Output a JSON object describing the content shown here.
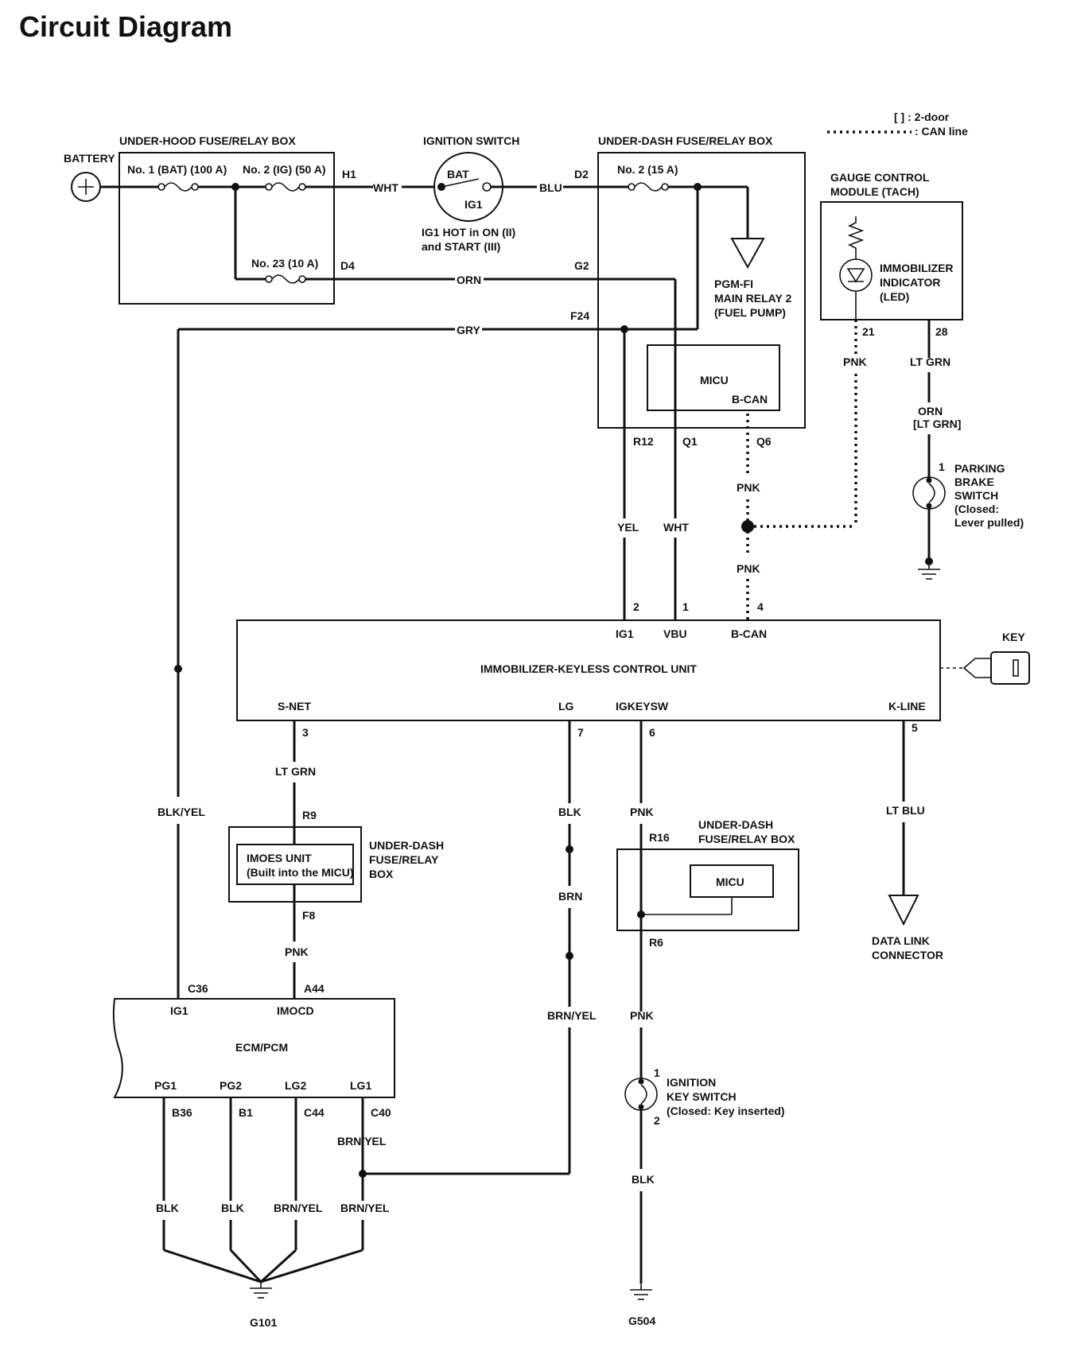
{
  "title": "Circuit Diagram",
  "legend": {
    "bracket": "[ ] : 2-door",
    "dotted": ": CAN line"
  },
  "components": {
    "battery": "BATTERY",
    "underhood_box": "UNDER-HOOD FUSE/RELAY BOX",
    "fuse_no1": "No. 1 (BAT) (100 A)",
    "fuse_no2": "No. 2 (IG) (50 A)",
    "fuse_no23": "No. 23 (10 A)",
    "ignition_switch": "IGNITION SWITCH",
    "bat": "BAT",
    "ig1": "IG1",
    "ig1_note_1": "IG1 HOT in ON (II)",
    "ig1_note_2": "and START (III)",
    "underdash_box": "UNDER-DASH FUSE/RELAY BOX",
    "fuse_no2_15": "No. 2 (15 A)",
    "relay_1": "PGM-FI",
    "relay_2": "MAIN RELAY 2",
    "relay_3": "(FUEL PUMP)",
    "micu": "MICU",
    "bcan": "B-CAN",
    "gauge_1": "GAUGE CONTROL",
    "gauge_2": "MODULE (TACH)",
    "imm_ind_1": "IMMOBILIZER",
    "imm_ind_2": "INDICATOR",
    "imm_ind_3": "(LED)",
    "pbs_1": "PARKING",
    "pbs_2": "BRAKE",
    "pbs_3": "SWITCH",
    "pbs_4": "(Closed:",
    "pbs_5": "Lever pulled)",
    "ikcu": "IMMOBILIZER-KEYLESS CONTROL UNIT",
    "key": "KEY",
    "imoes_1": "IMOES UNIT",
    "imoes_2": "(Built into the MICU)",
    "ud2_1": "UNDER-DASH",
    "ud2_2": "FUSE/RELAY",
    "ud2_3": "BOX",
    "ud3_1": "UNDER-DASH",
    "ud3_2": "FUSE/RELAY BOX",
    "micu2": "MICU",
    "dlc_1": "DATA LINK",
    "dlc_2": "CONNECTOR",
    "ecm": "ECM/PCM",
    "iks_1": "IGNITION",
    "iks_2": "KEY SWITCH",
    "iks_3": "(Closed: Key inserted)",
    "g101": "G101",
    "g504": "G504"
  },
  "pins": {
    "h1": "H1",
    "d4": "D4",
    "d2": "D2",
    "g2": "G2",
    "f24": "F24",
    "r12": "R12",
    "q1": "Q1",
    "q6": "Q6",
    "p21": "21",
    "p28": "28",
    "p1pbs": "1",
    "ig1pin": "IG1",
    "vbu": "VBU",
    "bcanpin": "B-CAN",
    "p2": "2",
    "p1": "1",
    "p4": "4",
    "snet": "S-NET",
    "lg": "LG",
    "igkeysw": "IGKEYSW",
    "kline": "K-LINE",
    "p3": "3",
    "p7": "7",
    "p6": "6",
    "p5": "5",
    "r9": "R9",
    "f8": "F8",
    "r16": "R16",
    "r6": "R6",
    "c36": "C36",
    "a44": "A44",
    "ecm_ig1": "IG1",
    "imocd": "IMOCD",
    "pg1": "PG1",
    "pg2": "PG2",
    "lg2": "LG2",
    "lg1": "LG1",
    "b36": "B36",
    "b1": "B1",
    "c44": "C44",
    "c40": "C40",
    "iks1": "1",
    "iks2": "2"
  },
  "wires": {
    "wht": "WHT",
    "blu": "BLU",
    "orn": "ORN",
    "gry": "GRY",
    "yel": "YEL",
    "wht2": "WHT",
    "pnk1": "PNK",
    "pnk2": "PNK",
    "pnk_gauge": "PNK",
    "ltgrn_gauge": "LT GRN",
    "orn_gauge": "ORN",
    "ltgrn_2door": "[LT GRN]",
    "blkyel": "BLK/YEL",
    "ltgrn": "LT GRN",
    "pnk_imoes": "PNK",
    "blk_lg": "BLK",
    "brn": "BRN",
    "brnyel": "BRN/YEL",
    "pnk_igk": "PNK",
    "pnk_igk2": "PNK",
    "blk_igk": "BLK",
    "ltblu": "LT BLU",
    "brnyel_c40": "BRN/YEL",
    "blk1": "BLK",
    "blk2": "BLK",
    "brnyel1": "BRN/YEL",
    "brnyel2": "BRN/YEL"
  }
}
